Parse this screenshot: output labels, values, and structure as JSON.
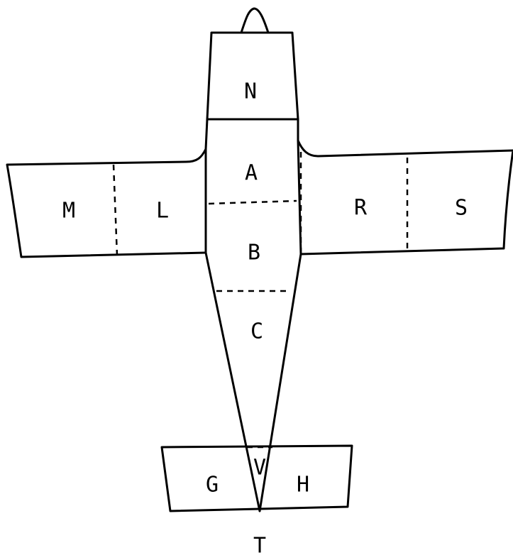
{
  "diagram": {
    "labels": {
      "nose": "N",
      "fuselage_front": "A",
      "fuselage_mid": "B",
      "fuselage_rear": "C",
      "left_wing_outer": "M",
      "left_wing_inner": "L",
      "right_wing_inner": "R",
      "right_wing_outer": "S",
      "left_tail": "G",
      "tail_center": "V",
      "right_tail": "H",
      "tail_tip": "T"
    },
    "stroke_color": "#000000",
    "background_color": "#ffffff"
  }
}
